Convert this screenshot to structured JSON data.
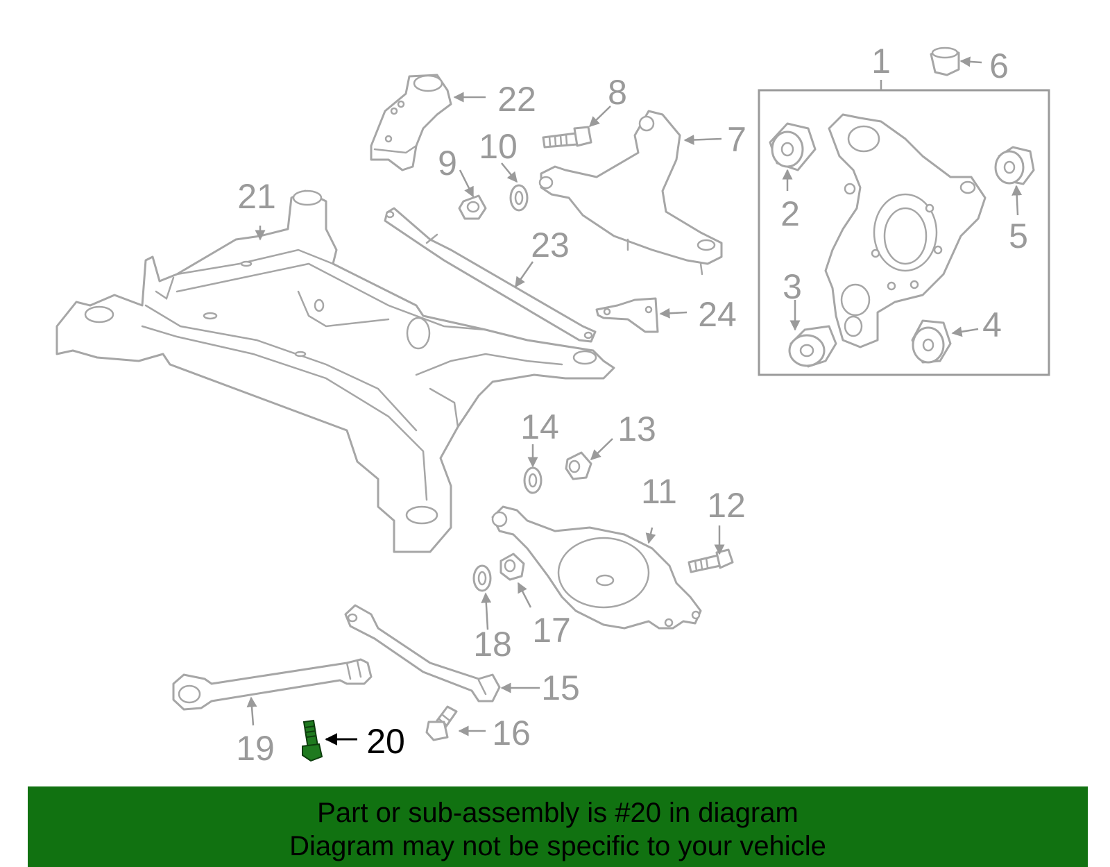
{
  "banner": {
    "line1": "Part or sub-assembly is #20 in diagram",
    "line2": "Diagram may not be specific to your vehicle"
  },
  "callouts": {
    "c1": "1",
    "c2": "2",
    "c3": "3",
    "c4": "4",
    "c5": "5",
    "c6": "6",
    "c7": "7",
    "c8": "8",
    "c9": "9",
    "c10": "10",
    "c11": "11",
    "c12": "12",
    "c13": "13",
    "c14": "14",
    "c15": "15",
    "c16": "16",
    "c17": "17",
    "c18": "18",
    "c19": "19",
    "c20": "20",
    "c21": "21",
    "c22": "22",
    "c23": "23",
    "c24": "24"
  },
  "highlight": {
    "part": "20",
    "color": "#1f7a1f"
  },
  "colors": {
    "banner": "#117211",
    "line_art": "#a6a6a6"
  }
}
